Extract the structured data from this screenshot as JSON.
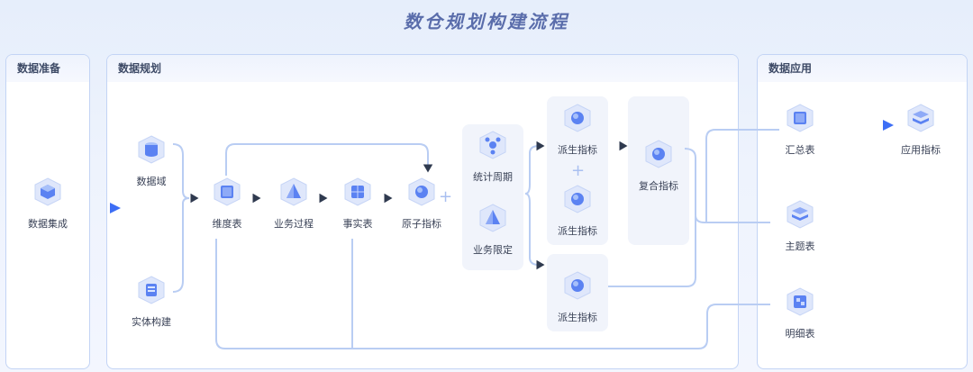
{
  "title": "数仓规划构建流程",
  "panels": {
    "prep": "数据准备",
    "plan": "数据规划",
    "app": "数据应用"
  },
  "nodes": {
    "data_integration": "数据集成",
    "data_domain": "数据域",
    "entity_build": "实体构建",
    "dimension_table": "维度表",
    "business_process": "业务过程",
    "fact_table": "事实表",
    "atomic_metric": "原子指标",
    "stat_period": "统计周期",
    "business_limit": "业务限定",
    "derived_metric_1": "派生指标",
    "derived_metric_2": "派生指标",
    "derived_metric_3": "派生指标",
    "composite_metric": "复合指标",
    "summary_table": "汇总表",
    "subject_table": "主题表",
    "detail_table": "明细表",
    "app_metric": "应用指标"
  },
  "symbols": {
    "plus_1": "+",
    "plus_2": "+"
  },
  "colors": {
    "accent": "#3d6ef5",
    "line": "#b9cdf3",
    "panel_border": "#c3d4f5",
    "title": "#5a6dab"
  }
}
